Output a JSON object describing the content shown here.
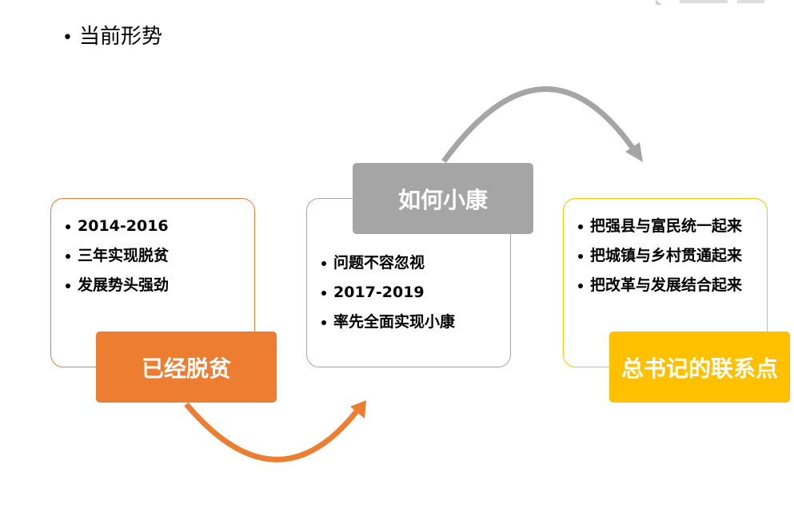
{
  "header": {
    "bullet": "•",
    "title": "当前形势"
  },
  "colors": {
    "orange": "#ED7D31",
    "gray": "#A5A5A5",
    "gold": "#FFC000",
    "arrow_top": "#A5A5A5",
    "arrow_bottom": "#ED7D31"
  },
  "stages": [
    {
      "label": "已经脱贫",
      "items": [
        "2014-2016",
        "三年实现脱贫",
        "发展势头强劲"
      ]
    },
    {
      "label": "如何小康",
      "items": [
        "问题不容忽视",
        "2017-2019",
        "率先全面实现小康"
      ]
    },
    {
      "label": "总书记的联系点",
      "items": [
        "把强县与富民统一起来",
        "把城镇与乡村贯通起来",
        "把改革与发展结合起来"
      ]
    }
  ]
}
